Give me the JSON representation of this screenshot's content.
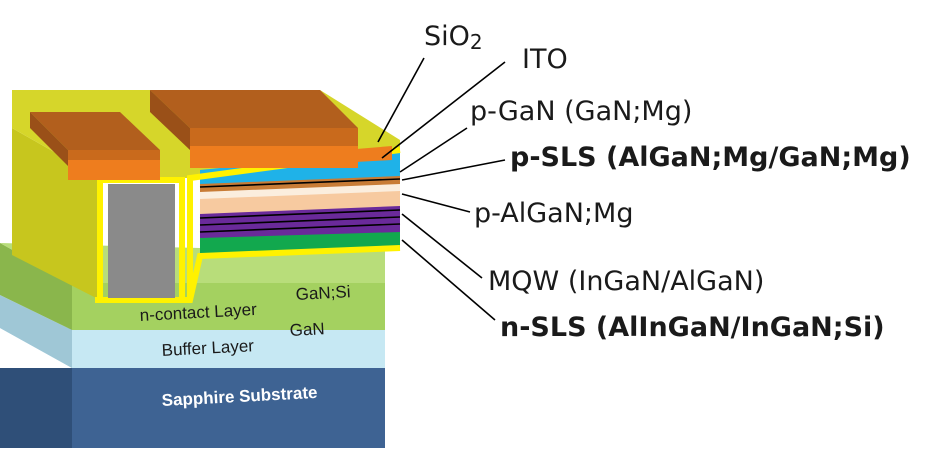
{
  "diagram": {
    "labels": {
      "sio2_main": "SiO",
      "sio2_sub": "2",
      "ito": "ITO",
      "pgan": "p-GaN  (GaN;Mg)",
      "psls": "p-SLS (AlGaN;Mg/GaN;Mg)",
      "palgan": "p-AlGaN;Mg",
      "mqw": "MQW  (InGaN/AlGaN)",
      "nsls": "n-SLS  (AlInGaN/InGaN;Si)"
    },
    "layers": {
      "n_contact_name": "n-contact Layer",
      "n_contact_material": "GaN;Si",
      "buffer_name": "Buffer Layer",
      "buffer_material": "GaN",
      "substrate": "Sapphire Substrate"
    },
    "colors": {
      "substrate": "#3e6393",
      "buffer": "#bfe3ef",
      "n_contact": "#a4d160",
      "nsls": "#12a84e",
      "mqw": "#6a2a9a",
      "palgan": "#f7caa0",
      "pgan": "#fbeede",
      "psls": "#c87c36",
      "ito": "#1fb2e8",
      "sio2": "#d6d62a",
      "passivation": "#fff200",
      "electrode_top": "#ee7d1e",
      "electrode_cap": "#b25f1d",
      "n_electrode": "#8a8a8a"
    }
  }
}
